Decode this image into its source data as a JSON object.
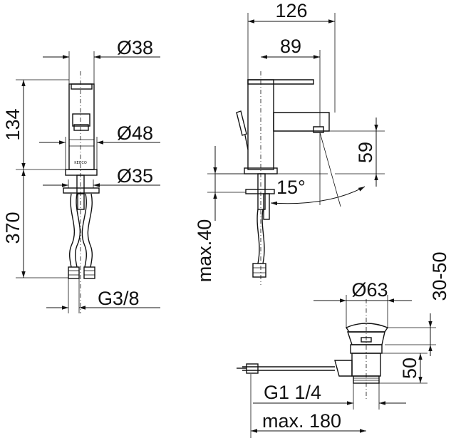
{
  "drawing": {
    "front_view": {
      "dim_spout_dia": "Ø38",
      "dim_height": "134",
      "dim_body_dia": "Ø48",
      "dim_base_dia": "Ø35",
      "dim_hose_length": "370",
      "dim_connection": "G3/8",
      "brand_mark": "KEUCO"
    },
    "side_view": {
      "dim_projection_total": "126",
      "dim_projection_spout": "89",
      "dim_outlet_height": "59",
      "dim_angle": "15°",
      "dim_max_thickness": "max.40"
    },
    "waste_view": {
      "dim_plug_dia": "Ø63",
      "dim_plug_range": "30-50",
      "dim_body_height": "50",
      "dim_thread": "G1 1/4",
      "dim_max_length": "max. 180"
    }
  }
}
